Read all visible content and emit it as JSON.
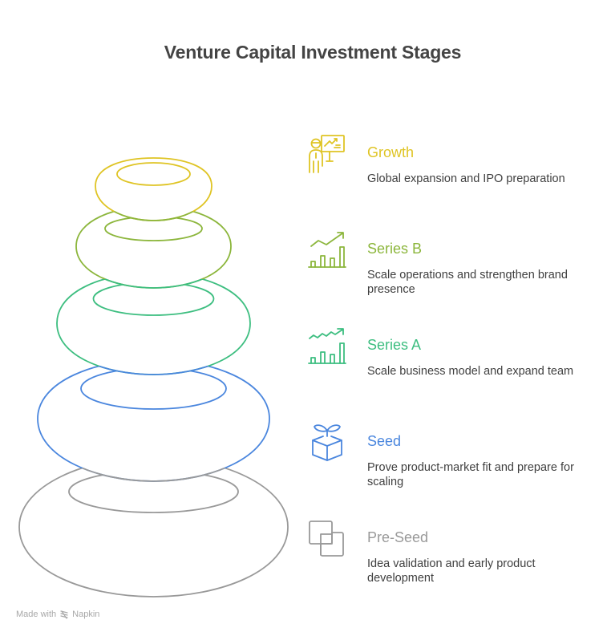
{
  "title": "Venture Capital Investment Stages",
  "stages": [
    {
      "label": "Growth",
      "description": "Global expansion and IPO preparation",
      "color": "#DFC424",
      "icon": "presentation-growth-icon"
    },
    {
      "label": "Series B",
      "description": "Scale operations and strengthen brand presence",
      "color": "#8CB63C",
      "icon": "bar-chart-trend-icon"
    },
    {
      "label": "Series A",
      "description": "Scale business model and expand team",
      "color": "#3DBE80",
      "icon": "bar-chart-trend-icon"
    },
    {
      "label": "Seed",
      "description": "Prove product-market fit and prepare for scaling",
      "color": "#4A86DE",
      "icon": "sprout-box-icon"
    },
    {
      "label": "Pre-Seed",
      "description": "Idea validation and early product development",
      "color": "#999999",
      "icon": "overlapping-squares-icon"
    }
  ],
  "footer": {
    "prefix": "Made with",
    "brand": "Napkin"
  }
}
